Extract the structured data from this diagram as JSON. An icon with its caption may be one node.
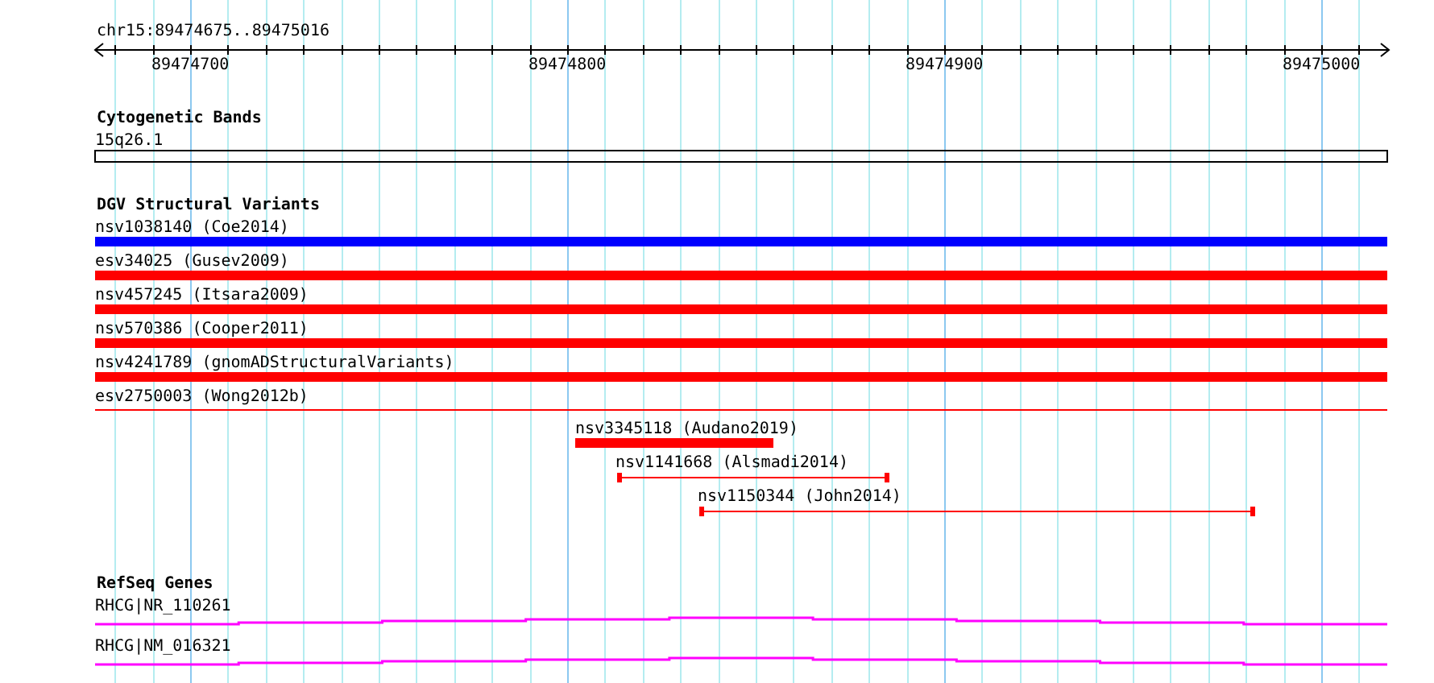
{
  "diagram": {
    "nodes": [
      {
        "text": [
          "Cytogenetic Bands"
        ]
      },
      {
        "text": [
          "15q26.1"
        ],
        "in": 0
      },
      {
        "text": [
          "DGV Structural Variants"
        ]
      },
      {
        "text": [
          "nsv1038140 (Coe2014)"
        ],
        "in": 2
      },
      {
        "text": [
          "esv34025 (Gusev2009)"
        ],
        "in": 2
      },
      {
        "text": [
          "nsv457245 (Itsara2009)"
        ],
        "in": 2
      },
      {
        "text": [
          "nsv570386 (Cooper2011)"
        ],
        "in": 2
      },
      {
        "text": [
          "nsv4241789 (gnomADStructuralVariants)"
        ],
        "in": 2
      },
      {
        "text": [
          "esv2750003 (Wong2012b)"
        ],
        "in": 2
      },
      {
        "text": [
          "nsv3345118 (Audano2019)"
        ],
        "in": 2
      },
      {
        "text": [
          "nsv1141668 (Alsmadi2014)"
        ],
        "in": 2
      },
      {
        "text": [
          "nsv1150344 (John2014)"
        ],
        "in": 2
      },
      {
        "text": [
          "RefSeq Genes"
        ]
      },
      {
        "text": [
          "RHCG|NR_110261"
        ],
        "in": 12
      },
      {
        "text": [
          "RHCG|NM_016321"
        ],
        "in": 12
      }
    ],
    "labels": [
      "chr15:89474675..89475016",
      "89474700",
      "89474800",
      "89474900",
      "89475000"
    ]
  }
}
